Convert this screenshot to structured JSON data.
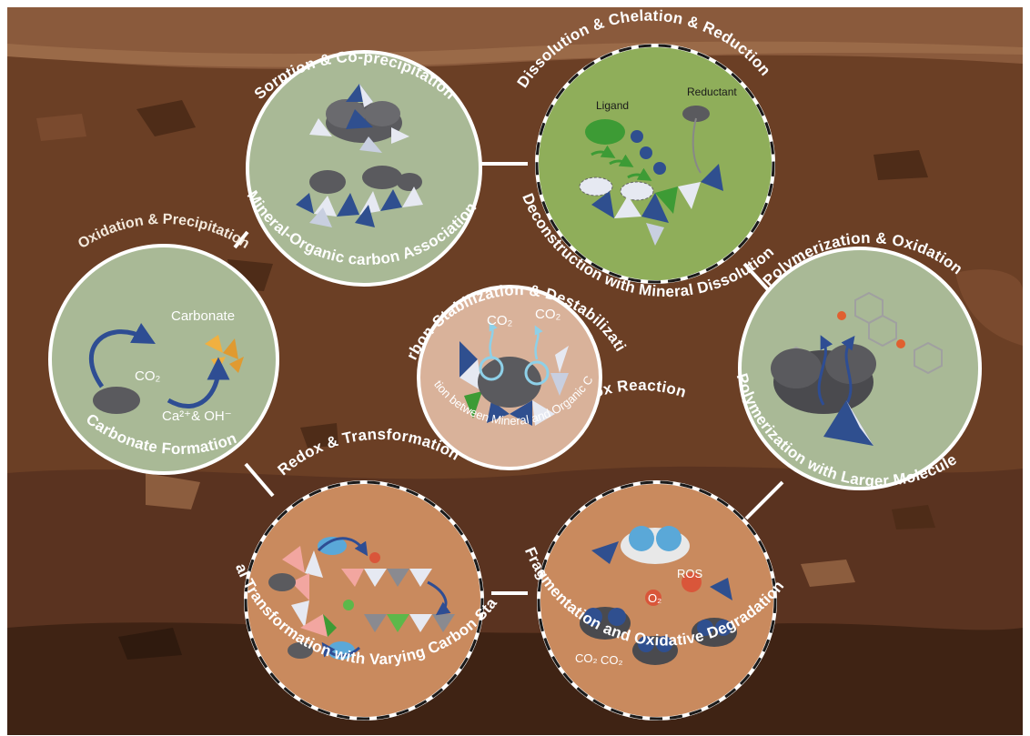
{
  "colors": {
    "soil_dark": "#4a2a18",
    "soil_mid": "#6b3f25",
    "soil_light": "#8a5a3c",
    "circle_green": "#a9b996",
    "circle_green_bright": "#8fae5a",
    "circle_peach": "#d9b29a",
    "circle_orange": "#c98a5e",
    "tetra_blue": "#2f4f8f",
    "cloud_grey": "#5a5a5e"
  },
  "center": {
    "title": "Carbon Stabilization & Destabilization",
    "subtitle": "Interaction between Mineral and Organic Carbon",
    "co2_left": "CO₂",
    "co2_right": "CO₂"
  },
  "sorption": {
    "top": "Sorption & Co-precipitation",
    "bottom": "Mineral-Organic carbon Association"
  },
  "dissolution": {
    "top": "Dissolution & Chelation & Reduction",
    "bottom": "Deconstruction with Mineral Dissolution",
    "ligand": "Ligand",
    "reductant": "Reductant"
  },
  "polymerization": {
    "top": "Polymerization & Oxidation",
    "bottom": "Polymerization with Larger Molecule"
  },
  "redox_reaction": {
    "top": "Redox Reaction",
    "bottom": "Fragmentation and Oxidative Degradation",
    "ros": "ROS",
    "o2": "O₂",
    "co2_a": "CO₂",
    "co2_b": "CO₂"
  },
  "redox_transformation": {
    "top": "Redox & Transformation",
    "bottom": "Mineral Transformation with Varying Carbon Stability"
  },
  "carbonate": {
    "top": "Oxidation & Precipitation",
    "bottom": "Carbonate Formation",
    "carbonate_label": "Carbonate",
    "co2": "CO₂",
    "ions": "Ca²⁺& OH⁻"
  }
}
